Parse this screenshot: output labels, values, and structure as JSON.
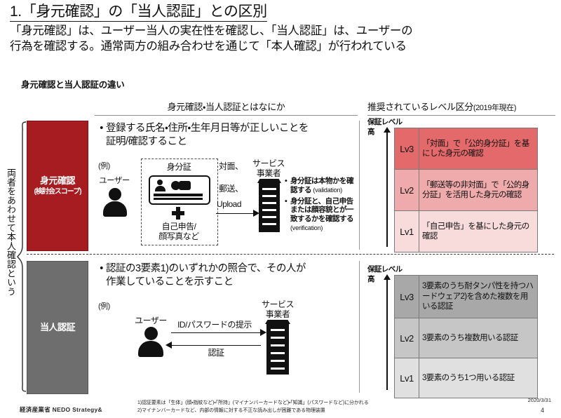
{
  "title": "1.「身元確認」の「当人認証」との区別",
  "subtitle_line1": "「身元確認」は、ユーザー当人の実在性を確認し、「当人認証」は、ユーザーの",
  "subtitle_line2": "行為を確認する。通常両方の組み合わせを通じて「本人確認」が行われている",
  "section_label": "身元確認と当人認証の違い",
  "columns": {
    "left_header": "身元確認・当人認証とはなにか",
    "right_header": "推奨されているレベル区分",
    "right_header_year": "(2019年現在)"
  },
  "vertical_note": "両者をあわせて本人確認という",
  "identity": {
    "category_main": "身元確認",
    "category_sub": "(検討会スコープ)",
    "bullet_line1": "登録する氏名・住所・生年月日等が正しいことを",
    "bullet_line2": "証明/確認すること",
    "example_label": "(例)",
    "user_label": "ユーザー",
    "id_card_label": "身分証",
    "self_decl_line1": "自己申告/",
    "self_decl_line2": "顔写真など",
    "channel_line1": "対面、",
    "channel_line2": "郵送、",
    "upload_label": "Upload",
    "provider_line1": "サービス",
    "provider_line2": "事業者",
    "notes": [
      {
        "text": "身分証は本物かを確認する",
        "en": "(validation)"
      },
      {
        "text": "身分証と、自己申告または顔容貌とが一致するかを確認する",
        "en": "(verification)"
      }
    ]
  },
  "authentication": {
    "category_main": "当人認証",
    "bullet_line1": "認証の3要素1)のいずれかの照合で、その人が",
    "bullet_line2": "作業していることを示すこと",
    "example_label": "(例)",
    "user_label": "ユーザー",
    "provider_line1": "サービス",
    "provider_line2": "事業者",
    "arrow_forward_label": "ID/パスワードの提示",
    "arrow_back_label": "認証"
  },
  "levels_identity": {
    "axis_title": "保証レベル",
    "axis_high": "高",
    "rows": [
      {
        "level": "Lv3",
        "desc": "「対面」で「公的身分証」を基にした身元の確認",
        "color": "#e3696a"
      },
      {
        "level": "Lv2",
        "desc": "「郵送等の非対面」で「公的身分証」を活用した身元の確認",
        "color": "#efaaab"
      },
      {
        "level": "Lv1",
        "desc": "「自己申告」を基にした身元の確認",
        "color": "#f8dcdc"
      }
    ]
  },
  "levels_authentication": {
    "axis_title": "保証レベル",
    "axis_high": "高",
    "rows": [
      {
        "level": "Lv3",
        "desc": "3要素のうち耐タンパ性を持つハードウェア2)を含めた複数を用いる認証",
        "color": "#a8a8a8"
      },
      {
        "level": "Lv2",
        "desc": "3要素のうち複数用いる認証",
        "color": "#c6c6c6"
      },
      {
        "level": "Lv1",
        "desc": "3要素のうち1つ用いる認証",
        "color": "#e0e0e0"
      }
    ]
  },
  "footer": {
    "organization": "経済産業省  NEDO  Strategy&",
    "footnote1": "1)認証要素は「生体」(顔・指紋など)・「所持」(マイナンバーカードなど)・「知識」(パスワードなど)に分かれる",
    "footnote2": "2)マイナンバーカードなど、内部の情報に対する不正な読み出しが困難である物理装置",
    "date": "2020/3/31",
    "page": "4"
  }
}
